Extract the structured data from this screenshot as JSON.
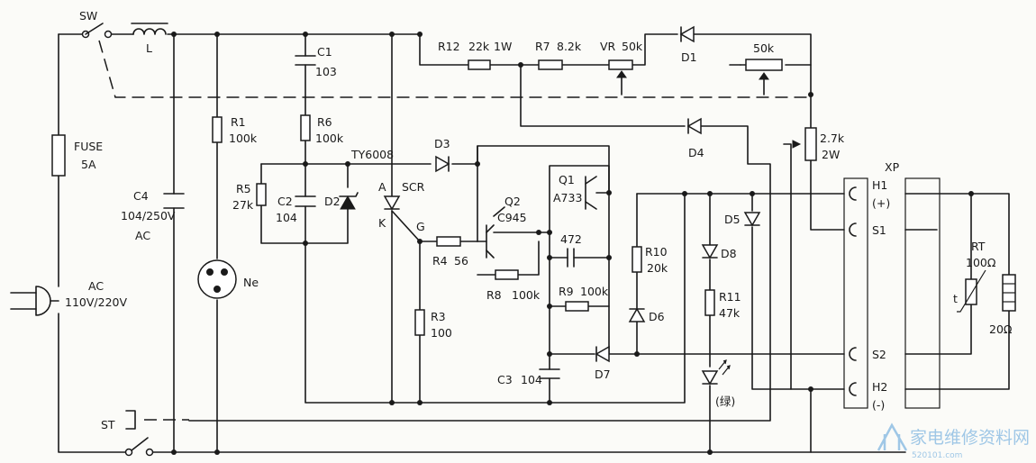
{
  "labels": {
    "sw": "SW",
    "l": "L",
    "fuse": "FUSE",
    "fuse_rating": "5A",
    "c4": "C4",
    "c4_value": "104/250V",
    "c4_type": "AC",
    "ac": "AC",
    "ac_voltage": "110V/220V",
    "st": "ST",
    "r1": "R1",
    "r1_value": "100k",
    "ne": "Ne",
    "c1": "C1",
    "c1_value": "103",
    "r6": "R6",
    "r6_value": "100k",
    "r5": "R5",
    "r5_value": "27k",
    "c2": "C2",
    "c2_value": "104",
    "d2": "D2",
    "scr_part": "TY6008",
    "scr": "SCR",
    "scr_a": "A",
    "scr_k": "K",
    "scr_g": "G",
    "d3": "D3",
    "r3": "R3",
    "r3_value": "100",
    "r4": "R4",
    "r4_value": "56",
    "q2": "Q2",
    "q2_part": "C945",
    "r8": "R8",
    "r8_value": "100k",
    "q1": "Q1",
    "q1_part": "A733",
    "c472": "472",
    "r9": "R9",
    "r9_value": "100k",
    "c3": "C3",
    "c3_value": "104",
    "d7": "D7",
    "r12": "R12",
    "r12_value": "22k",
    "r12_power": "1W",
    "r7": "R7",
    "r7_value": "8.2k",
    "vr": "VR",
    "vr_value": "50k",
    "d1": "D1",
    "pot2_value": "50k",
    "d4": "D4",
    "r2_value": "2.7k",
    "r2_power": "2W",
    "r10": "R10",
    "r10_value": "20k",
    "d6": "D6",
    "d5": "D5",
    "d8": "D8",
    "r11": "R11",
    "r11_value": "47k",
    "led_color": "(绿)",
    "xp": "XP",
    "h1": "H1",
    "h1_sign": "(+)",
    "s1": "S1",
    "s2": "S2",
    "h2": "H2",
    "h2_sign": "(-)",
    "rt": "RT",
    "rt_value": "100Ω",
    "rt_t": "t",
    "heater_value": "20Ω"
  },
  "watermark": {
    "text": "家电维修资料网",
    "sub": "520101.com",
    "color": "#9fc7e6"
  }
}
